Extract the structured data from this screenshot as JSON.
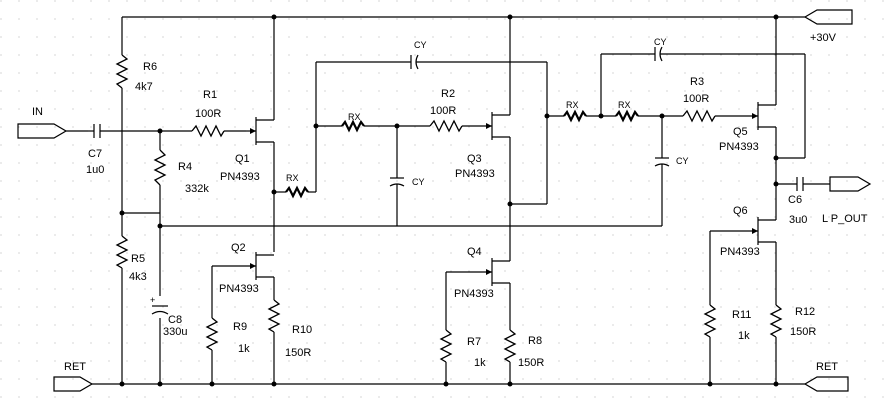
{
  "ports": {
    "in": "IN",
    "vplus": "+30V",
    "ret_left": "RET",
    "ret_right": "RET",
    "lp_out": "L P_OUT"
  },
  "transistors": [
    {
      "ref": "Q1",
      "part": "PN4393"
    },
    {
      "ref": "Q2",
      "part": "PN4393"
    },
    {
      "ref": "Q3",
      "part": "PN4393"
    },
    {
      "ref": "Q4",
      "part": "PN4393"
    },
    {
      "ref": "Q5",
      "part": "PN4393"
    },
    {
      "ref": "Q6",
      "part": "PN4393"
    }
  ],
  "resistors": [
    {
      "ref": "R1",
      "value": "100R"
    },
    {
      "ref": "R2",
      "value": "100R"
    },
    {
      "ref": "R3",
      "value": "100R"
    },
    {
      "ref": "R4",
      "value": "332k"
    },
    {
      "ref": "R5",
      "value": "4k3"
    },
    {
      "ref": "R6",
      "value": "4k7"
    },
    {
      "ref": "R7",
      "value": "1k"
    },
    {
      "ref": "R8",
      "value": "150R"
    },
    {
      "ref": "R9",
      "value": "1k"
    },
    {
      "ref": "R10",
      "value": "150R"
    },
    {
      "ref": "R11",
      "value": "1k"
    },
    {
      "ref": "R12",
      "value": "150R"
    }
  ],
  "capacitors": [
    {
      "ref": "C6",
      "value": "3u0"
    },
    {
      "ref": "C7",
      "value": "1u0"
    },
    {
      "ref": "C8",
      "value": "330u"
    }
  ],
  "rx_label": "RX",
  "cy_label": "CY"
}
